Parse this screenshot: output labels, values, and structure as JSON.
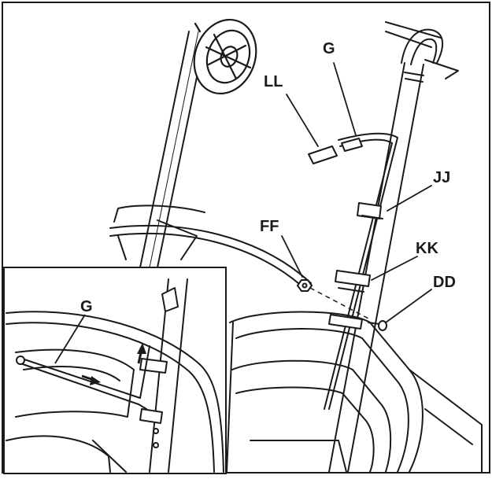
{
  "figure": {
    "labels": {
      "ll": "LL",
      "g": "G",
      "jj": "JJ",
      "ff": "FF",
      "kk": "KK",
      "dd": "DD",
      "inset_g": "G"
    }
  },
  "colors": {
    "line": "#1a1a1a",
    "background": "#ffffff",
    "fill_light": "#ffffff"
  }
}
